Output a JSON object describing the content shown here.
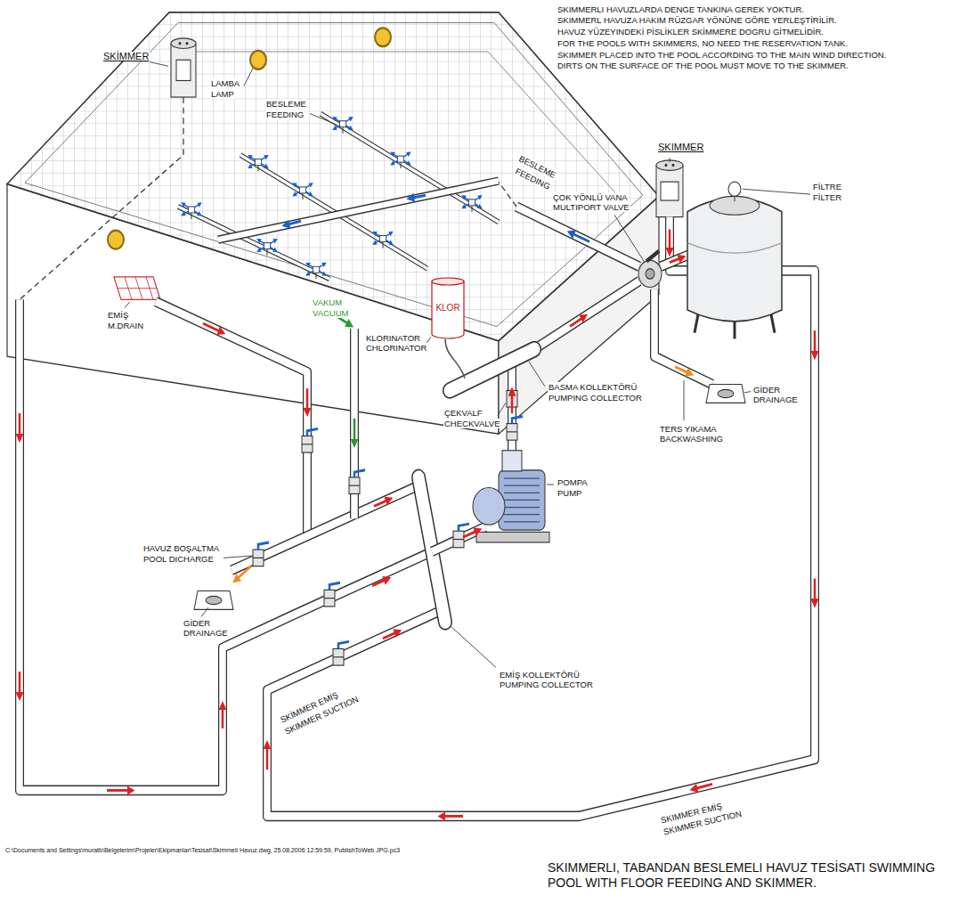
{
  "diagram": {
    "caption": "SKIMMERLI, TABANDAN BESLEMELI HAVUZ TESİSATI SWIMMING POOL WITH FLOOR FEEDING AND SKIMMER.",
    "nodes": [
      {
        "text": [
          "KLOR"
        ]
      }
    ],
    "labels": [
      "SKIMMERLI HAVUZLARDA DENGE TANKINA GEREK YOKTUR.",
      "SKIMMERL HAVUZA HAKIM RÜZGAR YÖNÜNE GÖRE YERLEŞTİRİLİR.",
      "HAVUZ YÜZEYINDEKİ PİSLİKLER SKİMMERE DOGRU GİTMELİDİR.",
      "FOR THE POOLS WITH SKIMMERS, NO NEED THE RESERVATION TANK.",
      "SKIMMER PLACED INTO THE POOL ACCORDING TO THE MAIN WIND DIRECTION.",
      "DIRTS ON THE SURFACE OF THE POOL MUST MOVE TO THE SKIMMER.",
      "SKİMMER",
      "LAMBA",
      "LAMP",
      "BESLEME",
      "FEEDING",
      "SKIMMER",
      "FİLTRE",
      "FİLTER",
      "BESLEME",
      "FEEDING",
      "ÇOK YÖNLÜ VANA",
      "MULTIPORT VALVE",
      "VAKUM",
      "VACUUM",
      "KLORINATOR",
      "CHLORINATOR",
      "EMİŞ",
      "M.DRAIN",
      "ÇEKVALF",
      "CHECKVALVE",
      "BASMA KOLLEKTÖRÜ",
      "PUMPING COLLECTOR",
      "POMPA",
      "PUMP",
      "HAVUZ BOŞALTMA",
      "POOL DICHARGE",
      "GİDER",
      "DRAINAGE",
      "TERS YIKAMA",
      "BACKWASHING",
      "GİDER",
      "DRAINAGE",
      "EMİŞ KOLLEKTÖRÜ",
      "PUMPING COLLECTOR",
      "SKİMMER EMİŞ",
      "SKIMMER SUCTION",
      "SKIMMER EMİŞ",
      "SKIMMER SUCTION",
      "C:\\Documents and Settings\\muratb\\Belgelerim\\Projeler\\Ekipmanlar\\Tesisat\\Skimmeli Havuz.dwg, 25.08.2006 12:59:59, PublishToWeb JPG.pc3"
    ]
  }
}
